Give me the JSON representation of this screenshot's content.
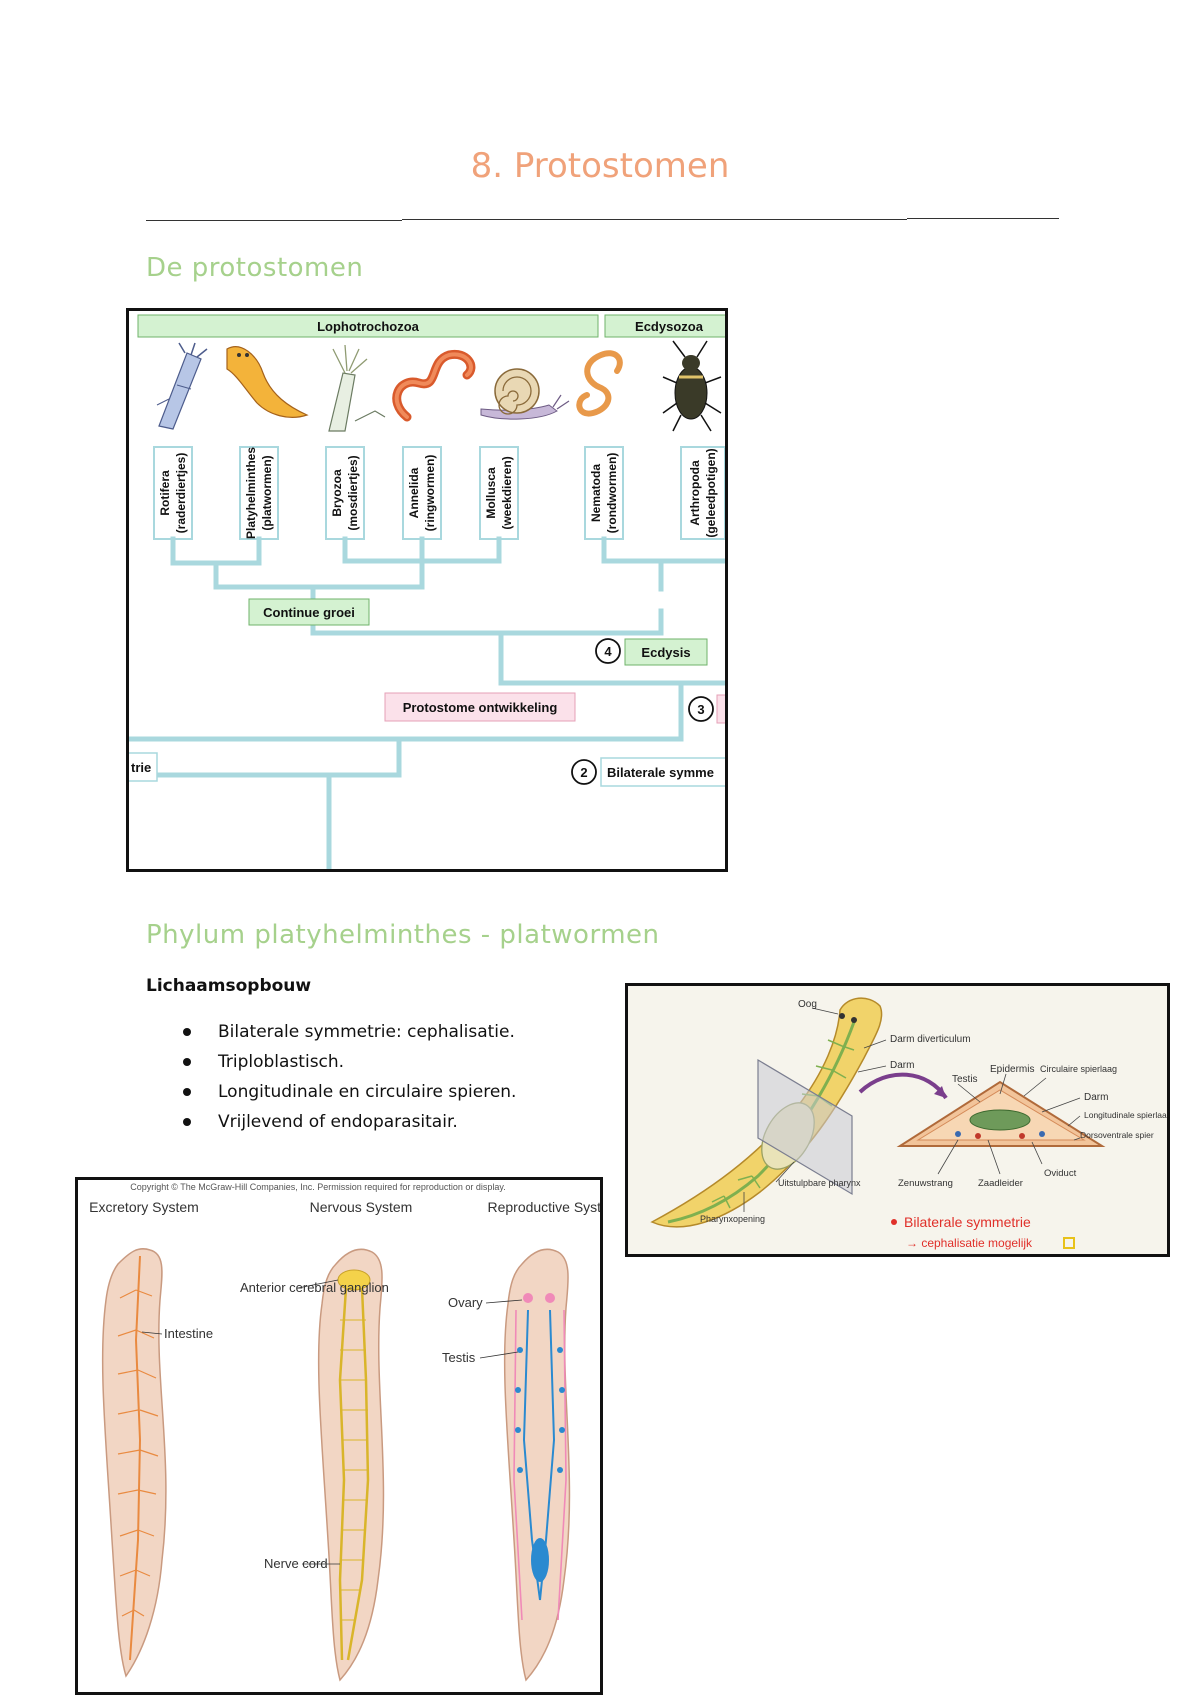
{
  "document": {
    "title": "8. Protostomen"
  },
  "section1": {
    "heading": "De protostomen",
    "tree": {
      "clades": [
        "Lophotrochozoa",
        "Ecdysozoa"
      ],
      "phyla": [
        {
          "name": "Rotifera",
          "common": "(raderdiertjes)"
        },
        {
          "name": "Platyhelminthes",
          "common": "(platwormen)"
        },
        {
          "name": "Bryozoa",
          "common": "(mosdiertjes)"
        },
        {
          "name": "Annelida",
          "common": "(ringwormen)"
        },
        {
          "name": "Mollusca",
          "common": "(weekdieren)"
        },
        {
          "name": "Nematoda",
          "common": "(rondwormen)"
        },
        {
          "name": "Arthropoda",
          "common": "(geleedpotigen)"
        }
      ],
      "traits": {
        "continue_groei": "Continue groei",
        "ecdysis": "Ecdysis",
        "ecdysis_num": "4",
        "protostome": "Protostome ontwikkeling",
        "protostome_num": "3",
        "bilateral": "Bilaterale symme",
        "bilateral_num": "2",
        "radial_partial": "trie"
      }
    }
  },
  "section2": {
    "heading": "Phylum platyhelminthes - platwormen",
    "sublabel": "Lichaamsopbouw",
    "bullets": [
      "Bilaterale symmetrie: cephalisatie.",
      "Triploblastisch.",
      "Longitudinale en circulaire spieren.",
      "Vrijlevend of endoparasitair."
    ],
    "anatomy": {
      "labels": {
        "oog": "Oog",
        "darm_diverticulum": "Darm diverticulum",
        "darm": "Darm",
        "testis": "Testis",
        "epidermis": "Epidermis",
        "circulaire": "Circulaire spierlaag",
        "darm2": "Darm",
        "longitudinale": "Longitudinale spierlaag",
        "dorsoventrale": "Dorsoventrale spier",
        "uitstulpbare": "Uitstulpbare pharynx",
        "pharynxopening": "Pharynxopening",
        "zenuwstrang": "Zenuwstrang",
        "zaadleider": "Zaadleider",
        "oviduct": "Oviduct"
      },
      "caption_line1": "Bilaterale symmetrie",
      "caption_line2": "→ cephalisatie mogelijk"
    },
    "systems": {
      "copyright": "Copyright © The McGraw-Hill Companies, Inc. Permission required for reproduction or display.",
      "excretory_title": "Excretory System",
      "nervous_title": "Nervous System",
      "reproductive_title": "Reproductive System",
      "intestine": "Intestine",
      "anterior_ganglion": "Anterior cerebral ganglion",
      "nerve_cord": "Nerve cord",
      "ovary": "Ovary",
      "testis": "Testis"
    }
  },
  "colors": {
    "title": "#f0a27a",
    "heading": "#a6d18c",
    "clade_fill": "#d4f2d1",
    "branch": "#a9d8de",
    "pink_box": "#fbe1ea",
    "caption_red": "#e0302a"
  }
}
